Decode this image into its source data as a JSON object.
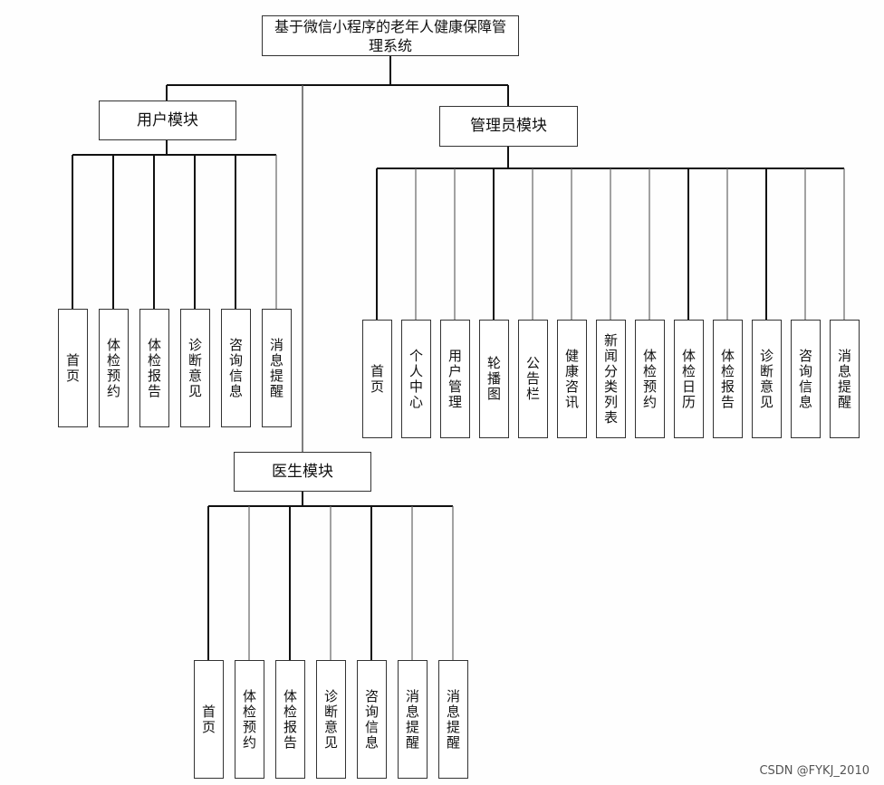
{
  "system": {
    "title": "基于微信小程序的老年人健康保障管理系统"
  },
  "modules": {
    "user": {
      "label": "用户模块",
      "items": [
        "首页",
        "体检预约",
        "体检报告",
        "诊断意见",
        "咨询信息",
        "消息提醒"
      ]
    },
    "admin": {
      "label": "管理员模块",
      "items": [
        "首页",
        "个人中心",
        "用户管理",
        "轮播图",
        "公告栏",
        "健康咨讯",
        "新闻分类列表",
        "体检预约",
        "体检日历",
        "体检报告",
        "诊断意见",
        "咨询信息",
        "消息提醒"
      ]
    },
    "doctor": {
      "label": "医生模块",
      "items": [
        "首页",
        "体检预约",
        "体检报告",
        "诊断意见",
        "咨询信息",
        "消息提醒",
        "消息提醒"
      ]
    }
  },
  "watermark": "CSDN @FYKJ_2010",
  "colors": {
    "line": "#111111",
    "border": "#333333",
    "background": "#fefefe"
  }
}
